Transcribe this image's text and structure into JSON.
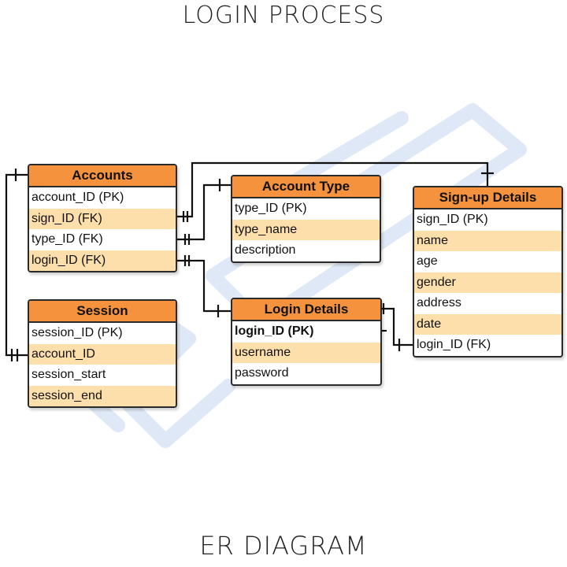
{
  "page": {
    "title": "LOGIN PROCESS",
    "subtitle": "ER DIAGRAM"
  },
  "entities": {
    "accounts": {
      "name": "Accounts",
      "fields": [
        "account_ID (PK)",
        "sign_ID (FK)",
        "type_ID (FK)",
        "login_ID (FK)"
      ]
    },
    "account_type": {
      "name": "Account Type",
      "fields": [
        "type_ID (PK)",
        "type_name",
        "description"
      ]
    },
    "signup_details": {
      "name": "Sign-up Details",
      "fields": [
        "sign_ID (PK)",
        "name",
        "age",
        "gender",
        "address",
        "date",
        "login_ID (FK)"
      ]
    },
    "session": {
      "name": "Session",
      "fields": [
        "session_ID (PK)",
        "account_ID",
        "session_start",
        "session_end"
      ]
    },
    "login_details": {
      "name": "Login Details",
      "fields": [
        "login_ID (PK)",
        "username",
        "password"
      ]
    }
  },
  "relationships": [
    {
      "from": "Accounts.account_ID",
      "to": "Session.account_ID"
    },
    {
      "from": "Accounts.sign_ID",
      "to": "Sign-up Details.sign_ID"
    },
    {
      "from": "Accounts.type_ID",
      "to": "Account Type.type_ID"
    },
    {
      "from": "Accounts.login_ID",
      "to": "Login Details.login_ID"
    },
    {
      "from": "Login Details.login_ID",
      "to": "Sign-up Details.login_ID"
    }
  ],
  "colors": {
    "header": "#f5923e",
    "alt_row": "#fddfab",
    "border": "#2a2a2a",
    "watermark": "#dfe8f6"
  }
}
